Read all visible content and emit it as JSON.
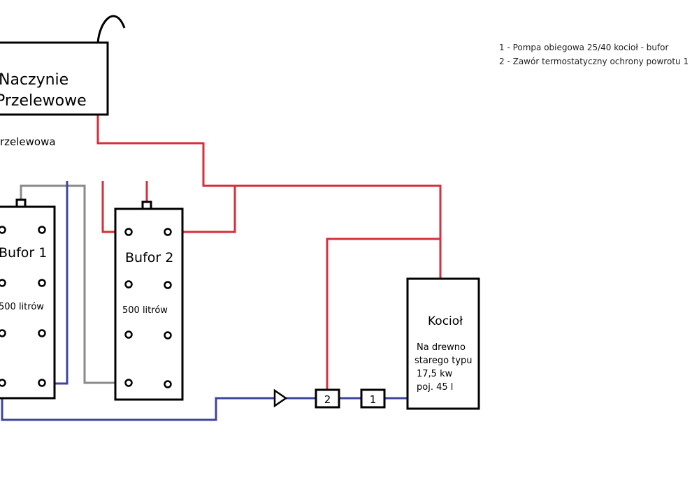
{
  "colors": {
    "supply_pipe": "#d62f3a",
    "return_pipe": "#3e469a",
    "gray_pipe": "#8a8a8a",
    "outline": "#000000"
  },
  "expansion_vessel": {
    "label_line1": "Naczynie",
    "label_line2": "Przelewowe",
    "overflow_label": "rzelewowa"
  },
  "buffer1": {
    "name": "Bufor 1",
    "capacity": "500 litrów"
  },
  "buffer2": {
    "name": "Bufor 2",
    "capacity": "500 litrów"
  },
  "boiler": {
    "name": "Kocioł",
    "desc_line1": "Na drewno",
    "desc_line2": "starego typu",
    "desc_line3": "17,5 kw",
    "desc_line4": "poj. 45 l"
  },
  "components": {
    "pump_number": "1",
    "valve_number": "2"
  },
  "legend": {
    "item1": "1 - Pompa obiegowa 25/40 kocioł - bufor",
    "item2": "2 - Zawór termostatyczny ochrony powrotu 1"
  }
}
